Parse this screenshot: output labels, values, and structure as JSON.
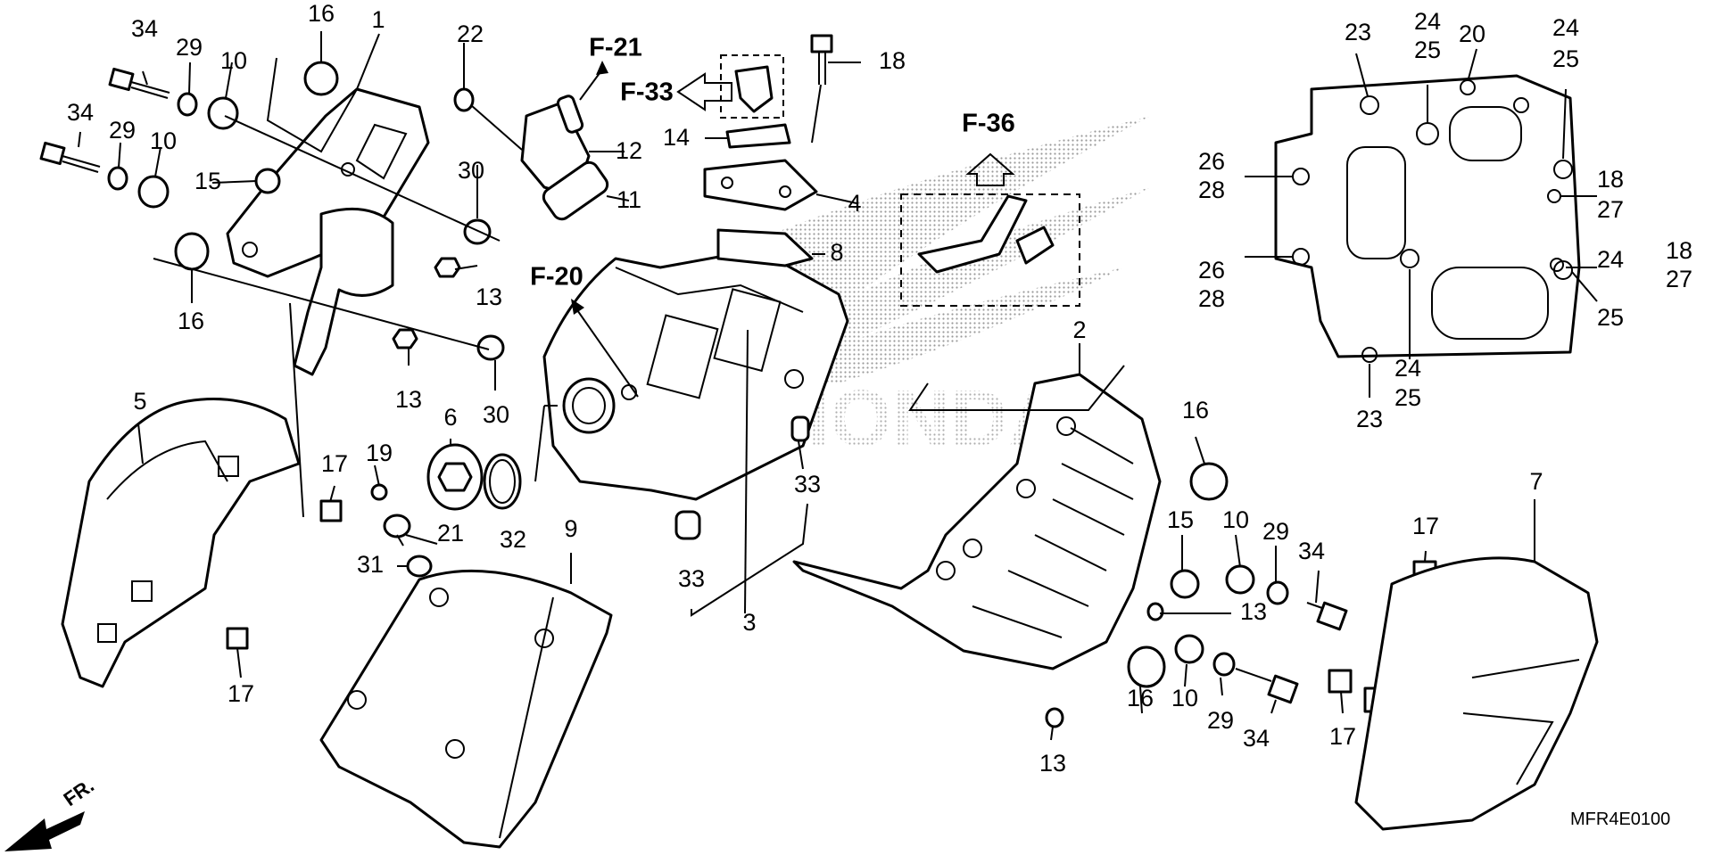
{
  "callouts": [
    {
      "id": "c1",
      "text": "1"
    },
    {
      "id": "c16a",
      "text": "16"
    },
    {
      "id": "c34a",
      "text": "34"
    },
    {
      "id": "c29a",
      "text": "29"
    },
    {
      "id": "c10a",
      "text": "10"
    },
    {
      "id": "c34b",
      "text": "34"
    },
    {
      "id": "c29b",
      "text": "29"
    },
    {
      "id": "c10b",
      "text": "10"
    },
    {
      "id": "c15a",
      "text": "15"
    },
    {
      "id": "c16b",
      "text": "16"
    },
    {
      "id": "c30a",
      "text": "30"
    },
    {
      "id": "c13a",
      "text": "13"
    },
    {
      "id": "c13b",
      "text": "13"
    },
    {
      "id": "c30b",
      "text": "30"
    },
    {
      "id": "c22",
      "text": "22"
    },
    {
      "id": "c12",
      "text": "12"
    },
    {
      "id": "c11",
      "text": "11"
    },
    {
      "id": "c18a",
      "text": "18"
    },
    {
      "id": "c14",
      "text": "14"
    },
    {
      "id": "c4",
      "text": "4"
    },
    {
      "id": "c8",
      "text": "8"
    },
    {
      "id": "c6",
      "text": "6"
    },
    {
      "id": "c5",
      "text": "5"
    },
    {
      "id": "c19",
      "text": "19"
    },
    {
      "id": "c17a",
      "text": "17"
    },
    {
      "id": "c21",
      "text": "21"
    },
    {
      "id": "c32",
      "text": "32"
    },
    {
      "id": "c31",
      "text": "31"
    },
    {
      "id": "c9",
      "text": "9"
    },
    {
      "id": "c17b",
      "text": "17"
    },
    {
      "id": "c33a",
      "text": "33"
    },
    {
      "id": "c33b",
      "text": "33"
    },
    {
      "id": "c3",
      "text": "3"
    },
    {
      "id": "c2",
      "text": "2"
    },
    {
      "id": "c16c",
      "text": "16"
    },
    {
      "id": "c15b",
      "text": "15"
    },
    {
      "id": "c10c",
      "text": "10"
    },
    {
      "id": "c29c",
      "text": "29"
    },
    {
      "id": "c34c",
      "text": "34"
    },
    {
      "id": "c13c",
      "text": "13"
    },
    {
      "id": "c16d",
      "text": "16"
    },
    {
      "id": "c10d",
      "text": "10"
    },
    {
      "id": "c29d",
      "text": "29"
    },
    {
      "id": "c34d",
      "text": "34"
    },
    {
      "id": "c13d",
      "text": "13"
    },
    {
      "id": "c7",
      "text": "7"
    },
    {
      "id": "c17c",
      "text": "17"
    },
    {
      "id": "c17d",
      "text": "17"
    },
    {
      "id": "c23a",
      "text": "23"
    },
    {
      "id": "c24a",
      "text": "24"
    },
    {
      "id": "c25a",
      "text": "25"
    },
    {
      "id": "c20",
      "text": "20"
    },
    {
      "id": "c24b",
      "text": "24"
    },
    {
      "id": "c25b",
      "text": "25"
    },
    {
      "id": "c26a",
      "text": "26"
    },
    {
      "id": "c28a",
      "text": "28"
    },
    {
      "id": "c18b",
      "text": "18"
    },
    {
      "id": "c27a",
      "text": "27"
    },
    {
      "id": "c18c",
      "text": "18"
    },
    {
      "id": "c27b",
      "text": "27"
    },
    {
      "id": "c26b",
      "text": "26"
    },
    {
      "id": "c28b",
      "text": "28"
    },
    {
      "id": "c24c",
      "text": "24"
    },
    {
      "id": "c25c",
      "text": "25"
    },
    {
      "id": "c24d",
      "text": "24"
    },
    {
      "id": "c25d",
      "text": "25"
    },
    {
      "id": "c23b",
      "text": "23"
    }
  ],
  "references": {
    "f21": "F-21",
    "f33": "F-33",
    "f36": "F-36",
    "f20": "F-20"
  },
  "front_label": "FR.",
  "diagram_code": "MFR4E0100",
  "watermark_text": "HONDA",
  "colors": {
    "ink": "#000000",
    "paper": "#ffffff",
    "halftone": "#9a9a9a"
  }
}
